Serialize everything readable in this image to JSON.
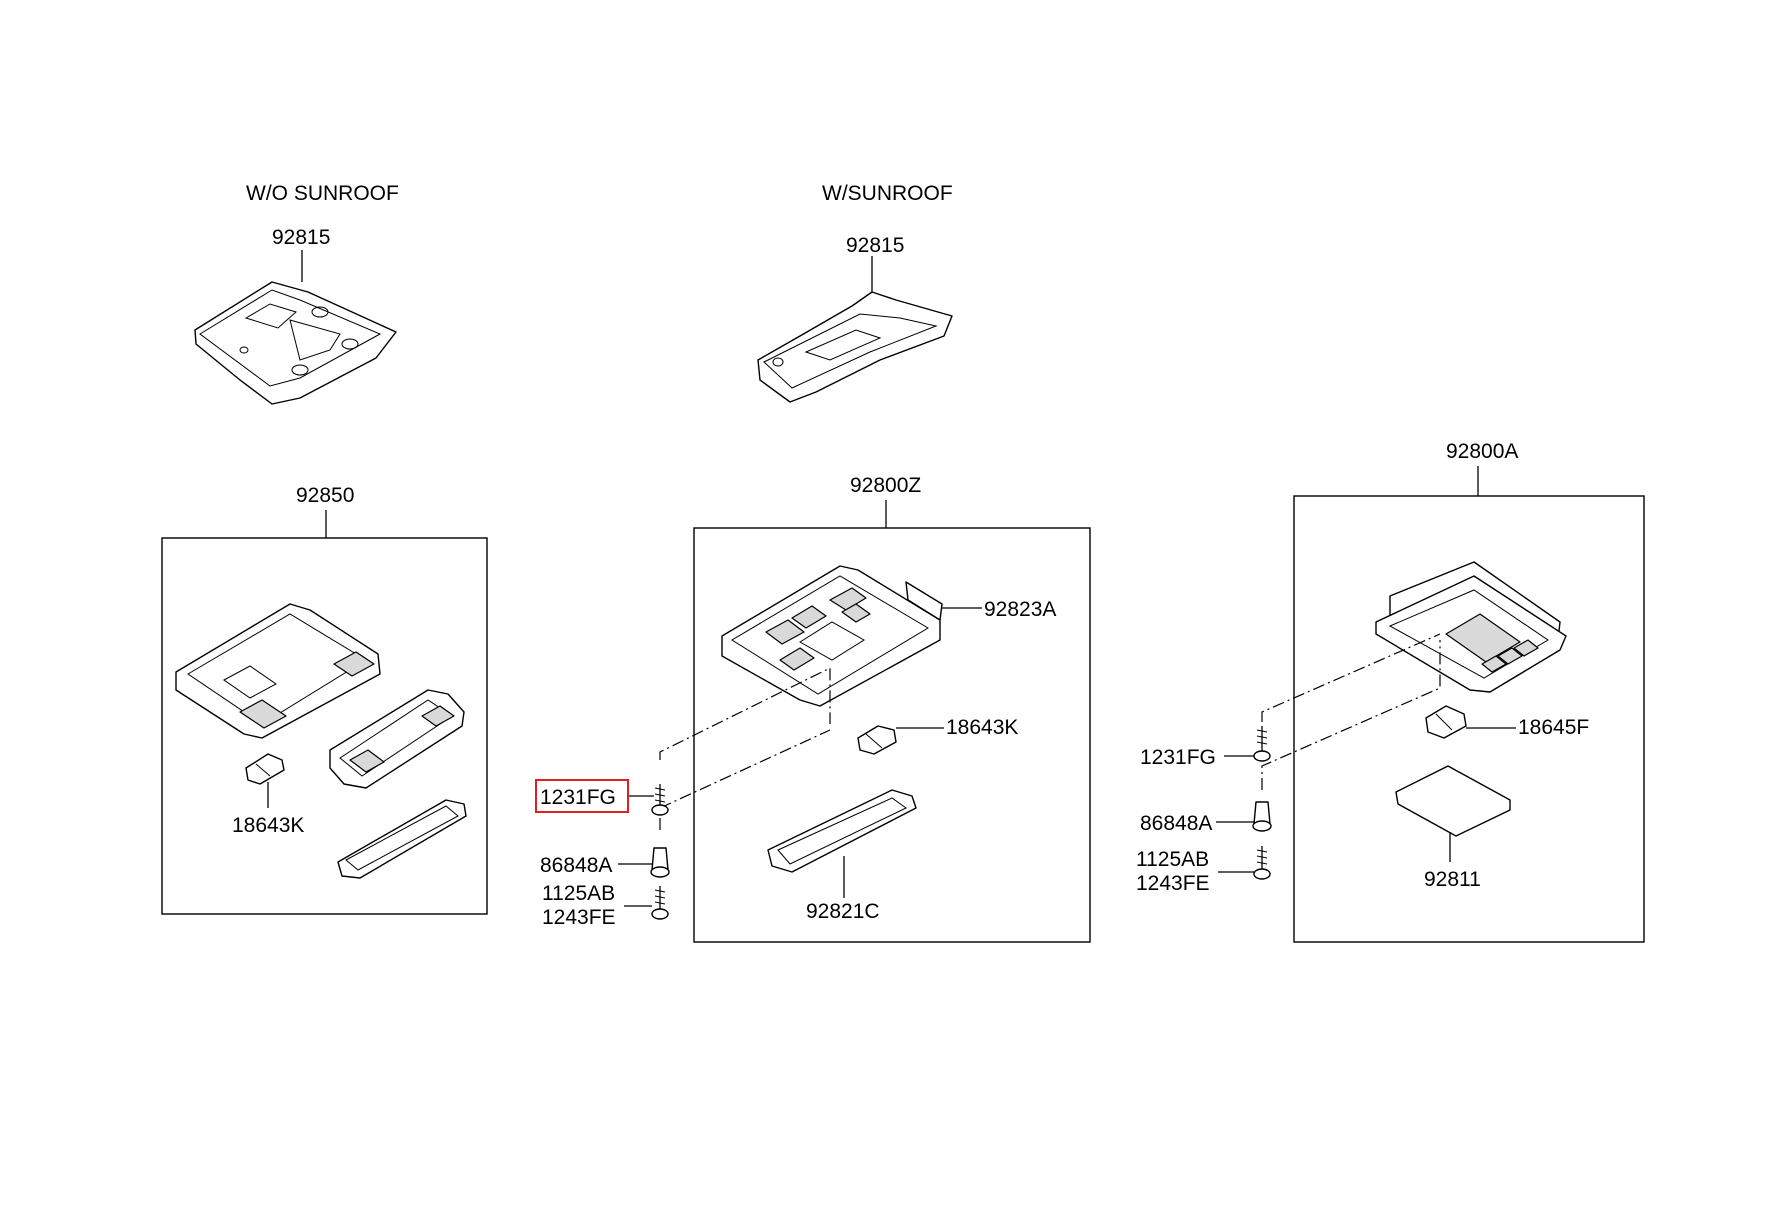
{
  "headings": {
    "without_sunroof": "W/O SUNROOF",
    "with_sunroof": "W/SUNROOF"
  },
  "labels": {
    "bracket_left": "92815",
    "bracket_mid": "92815",
    "assy_left": "92850",
    "bulb_left": "18643K",
    "assy_mid": "92800Z",
    "lamp_housing_mid": "92823A",
    "bulb_mid": "18643K",
    "lens_mid": "92821C",
    "screw_mid_a": "1231FG",
    "clip_mid": "86848A",
    "screw_mid_b1": "1125AB",
    "screw_mid_b2": "1243FE",
    "assy_right": "92800A",
    "bulb_right": "18645F",
    "lens_right": "92811",
    "screw_right_a": "1231FG",
    "clip_right": "86848A",
    "screw_right_b1": "1125AB",
    "screw_right_b2": "1243FE"
  },
  "highlight": {
    "label": "screw_mid_a",
    "color": "#e02020"
  }
}
